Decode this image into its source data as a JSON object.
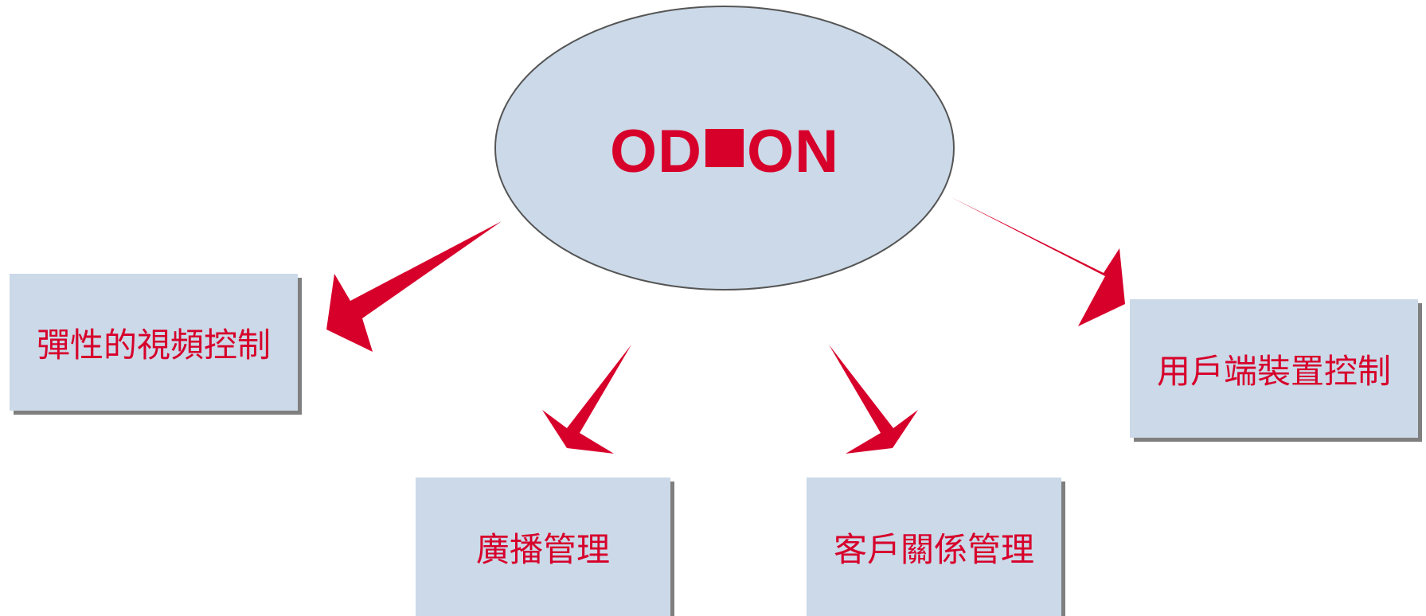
{
  "center": {
    "text_left": "OD",
    "text_right": "ON"
  },
  "boxes": [
    {
      "label": "彈性的視頻控制"
    },
    {
      "label": "廣播管理"
    },
    {
      "label": "客戶關係管理"
    },
    {
      "label": "用戶端裝置控制"
    }
  ],
  "colors": {
    "accent": "#d7002b",
    "fill": "#cbd9e8",
    "shadow": "#7f7f7f",
    "outline": "#555555"
  }
}
